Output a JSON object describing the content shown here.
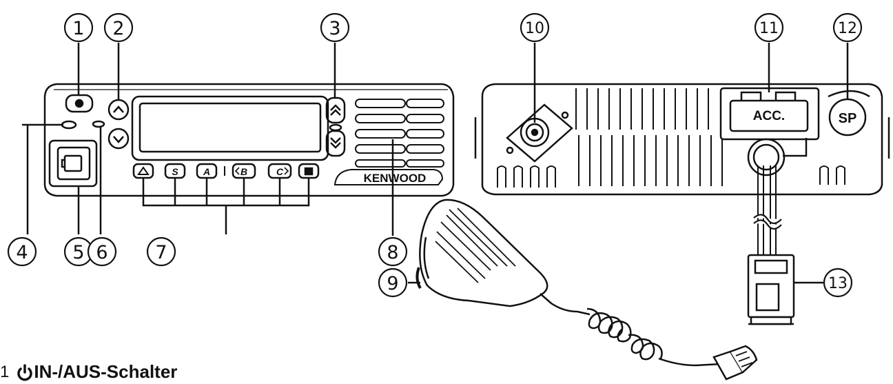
{
  "callouts": [
    "1",
    "2",
    "3",
    "4",
    "5",
    "6",
    "7",
    "8",
    "9",
    "10",
    "11",
    "12",
    "13"
  ],
  "panel_labels": {
    "front_keys": [
      "S",
      "A",
      "B",
      "C"
    ],
    "brand": "KENWOOD",
    "acc_port": "ACC.",
    "speaker_port": "SP"
  },
  "caption": {
    "number": "1",
    "icon": "power-icon",
    "text": "IN-/AUS-Schalter"
  }
}
